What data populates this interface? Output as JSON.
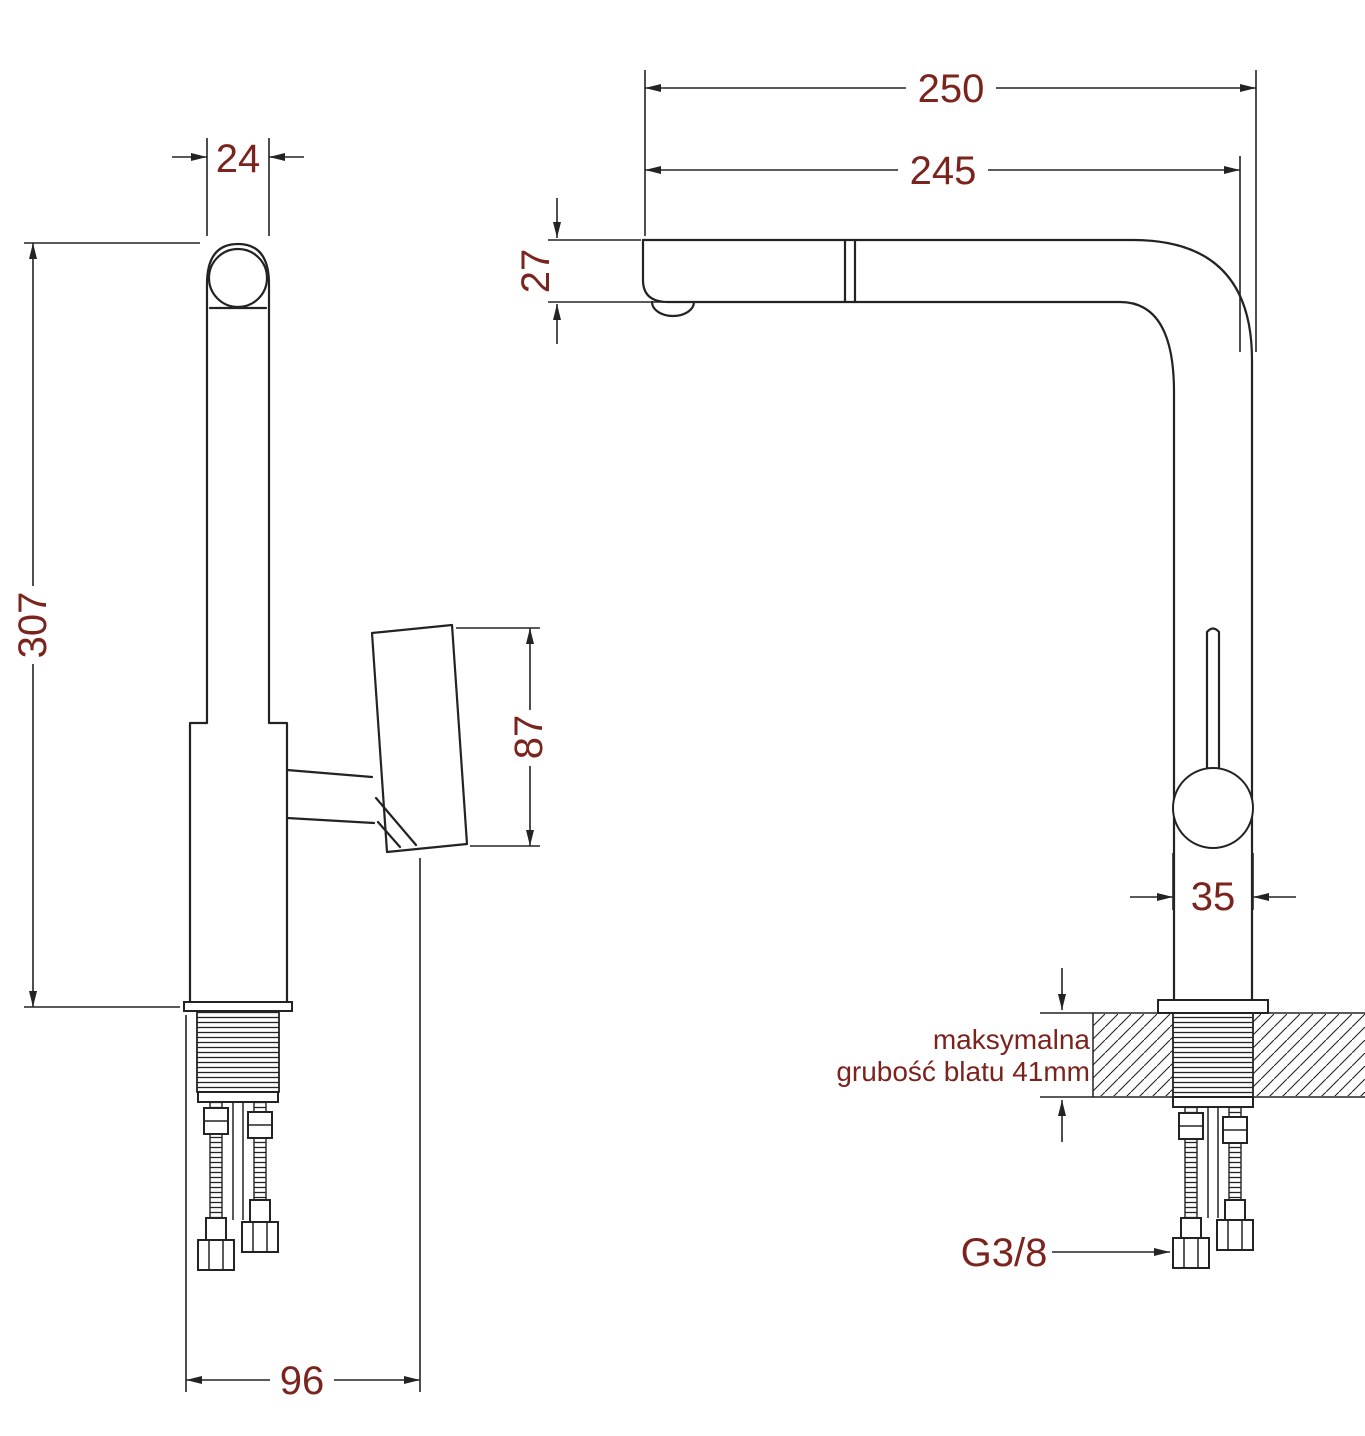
{
  "drawing": {
    "colors": {
      "line": "#232323",
      "dimension_text": "#7b241e",
      "background": "#ffffff"
    },
    "dims": {
      "width_24": "24",
      "height_307": "307",
      "lever_87": "87",
      "base_96": "96",
      "reach_250": "250",
      "reach_245": "245",
      "spout_27": "27",
      "body_35": "35",
      "thread": "G3/8",
      "note1": "maksymalna",
      "note2": "grubość blatu 41mm"
    }
  }
}
